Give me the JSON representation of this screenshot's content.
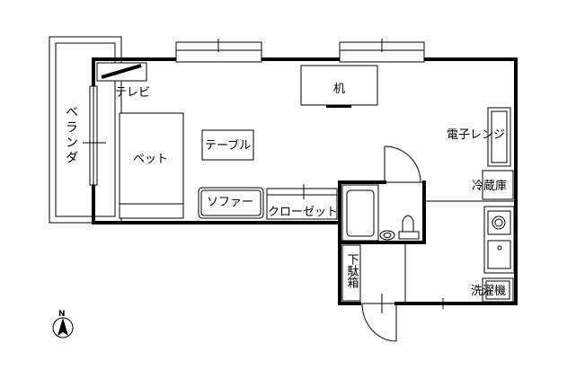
{
  "labels": {
    "veranda": "ベランダ",
    "tv": "テレビ",
    "desk": "机",
    "bed": "ベット",
    "table": "テーブル",
    "sofa": "ソファー",
    "closet": "クローゼット",
    "microwave": "電子レンジ",
    "fridge": "冷蔵庫",
    "shoe_box": "下駄箱",
    "washer": "洗濯機",
    "north": "N"
  }
}
